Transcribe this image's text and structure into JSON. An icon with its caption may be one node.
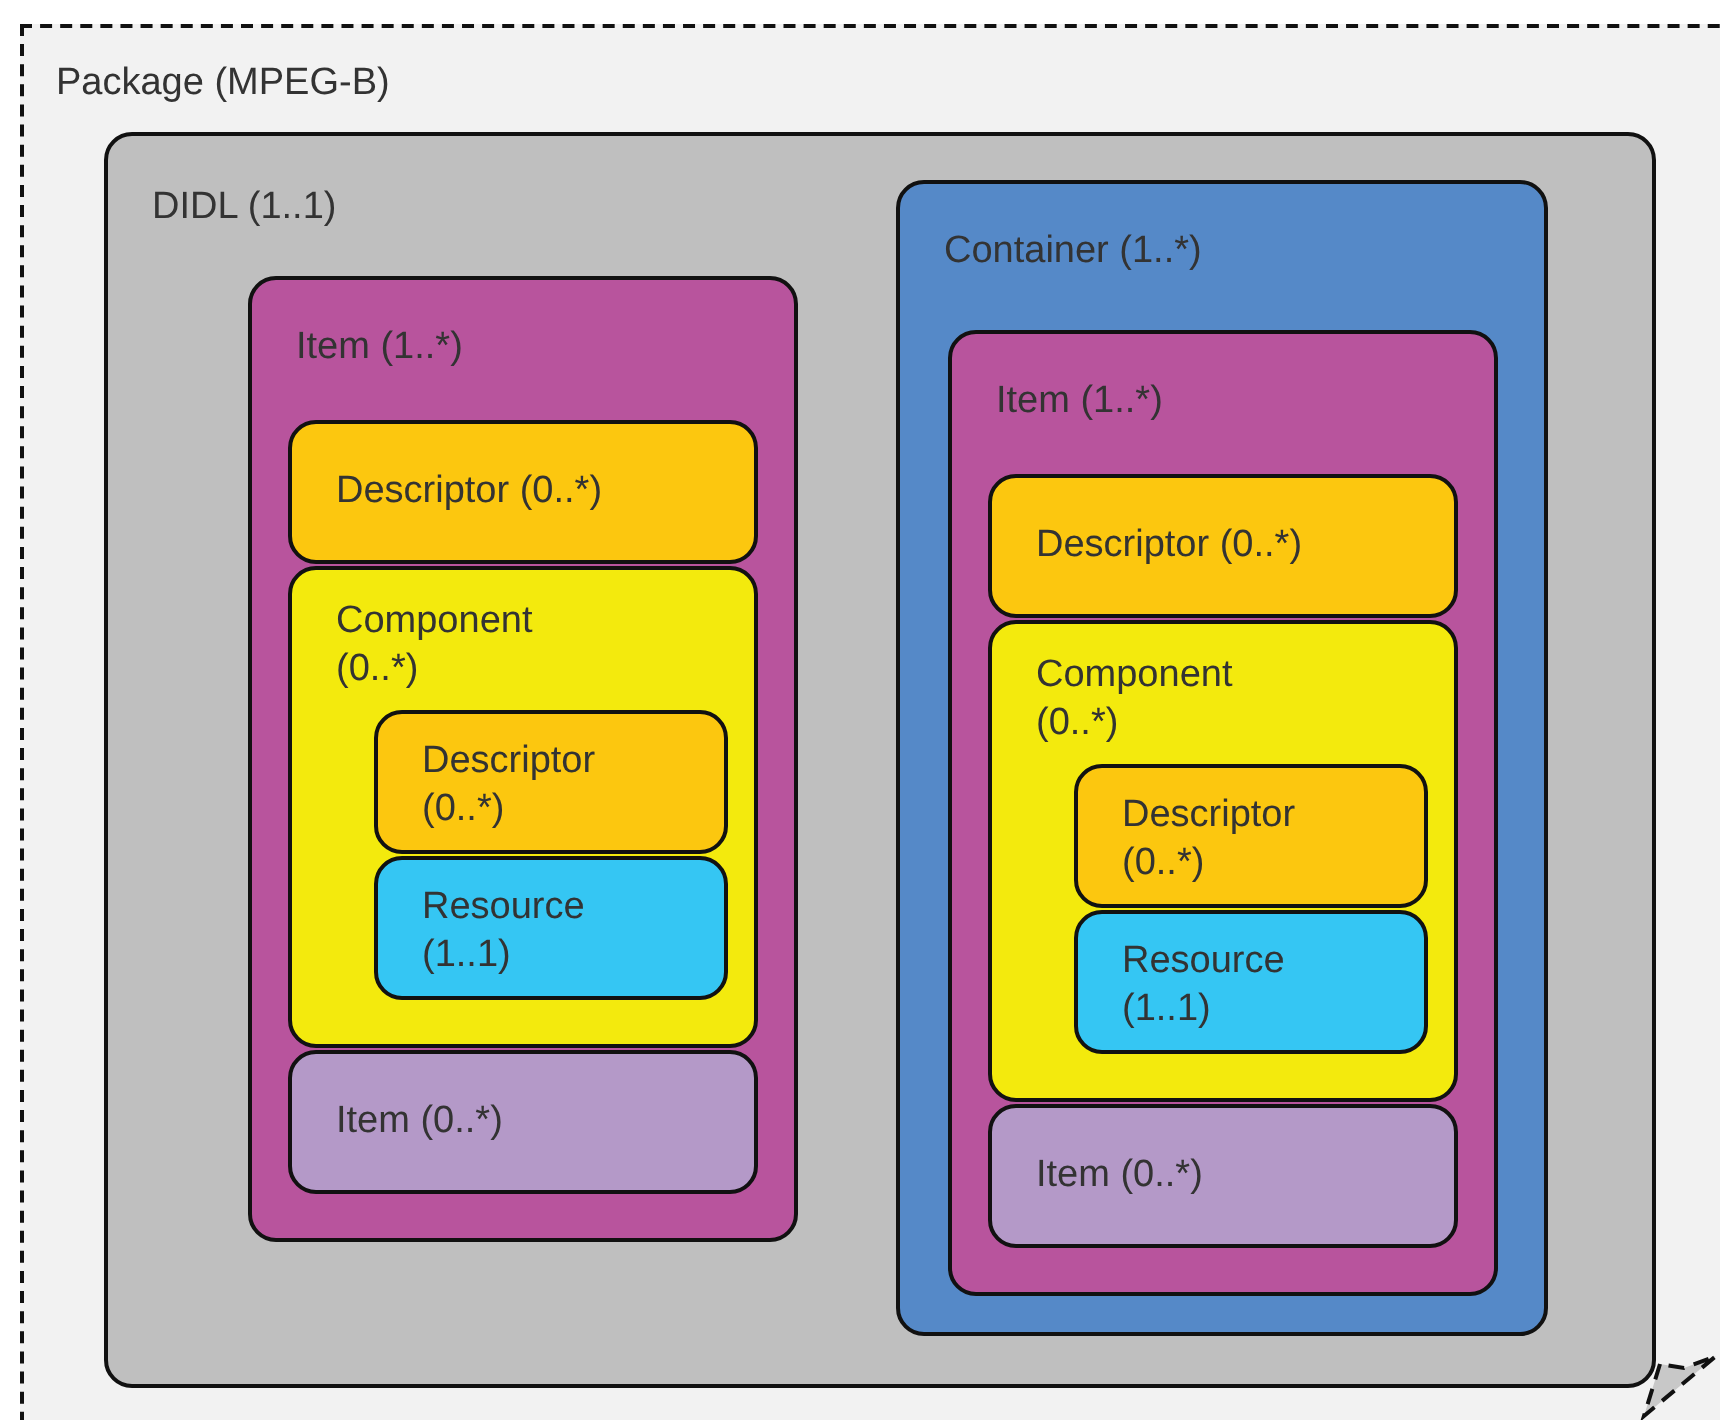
{
  "diagram": {
    "nodes": [
      {
        "text": [
          "Package (MPEG-B)"
        ]
      },
      {
        "text": [
          "DIDL (1..1)"
        ],
        "in": 0
      },
      {
        "text": [
          "Item (1..*)"
        ],
        "in": 1
      },
      {
        "text": [
          "Descriptor (0..*)"
        ],
        "in": 2
      },
      {
        "text": [
          "Component (0..*)"
        ],
        "in": 2
      },
      {
        "text": [
          "Descriptor (0..*)"
        ],
        "in": 4
      },
      {
        "text": [
          "Resource (1..1)"
        ],
        "in": 4
      },
      {
        "text": [
          "Item (0..*)"
        ],
        "in": 2
      },
      {
        "text": [
          "Container (1..*)"
        ],
        "in": 1
      },
      {
        "text": [
          "Item (1..*)"
        ],
        "in": 8
      },
      {
        "text": [
          "Descriptor (0..*)"
        ],
        "in": 9
      },
      {
        "text": [
          "Component (0..*)"
        ],
        "in": 9
      },
      {
        "text": [
          "Descriptor (0..*)"
        ],
        "in": 11
      },
      {
        "text": [
          "Resource (1..1)"
        ],
        "in": 11
      },
      {
        "text": [
          "Item (0..*)"
        ],
        "in": 9
      }
    ]
  }
}
